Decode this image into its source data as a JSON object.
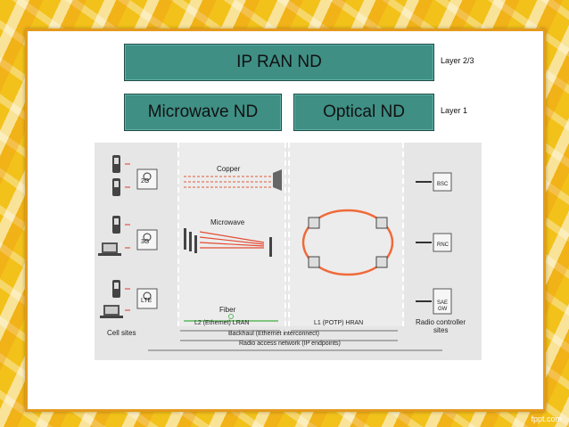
{
  "header": {
    "ip_ran": "IP RAN ND",
    "microwave": "Microwave ND",
    "optical": "Optical ND",
    "layer23": "Layer 2/3",
    "layer1": "Layer 1"
  },
  "diagram": {
    "copper": "Copper",
    "microwave": "Microwave",
    "fiber": "Fiber",
    "cell_2g": "2G",
    "cell_3g": "3G",
    "cell_lte": "LTE",
    "cell_sites": "Cell sites",
    "bsc": "BSC",
    "rnc": "RNC",
    "sae_gw_1": "SAE",
    "sae_gw_2": "GW",
    "radio_sites_1": "Radio controller",
    "radio_sites_2": "sites",
    "lran": "L2 (Ethernet) LRAN",
    "hran": "L1 (POTP) HRAN",
    "backhaul": "Backhaul (Ethernet interconnect)",
    "ran": "Radio access network (IP endpoints)"
  },
  "footer": {
    "brand": "fppt.com"
  },
  "colors": {
    "nd_box": "#3f8f85",
    "accent": "#e59a1c",
    "ring": "#f06a3a",
    "fiber": "#5cb85c"
  }
}
